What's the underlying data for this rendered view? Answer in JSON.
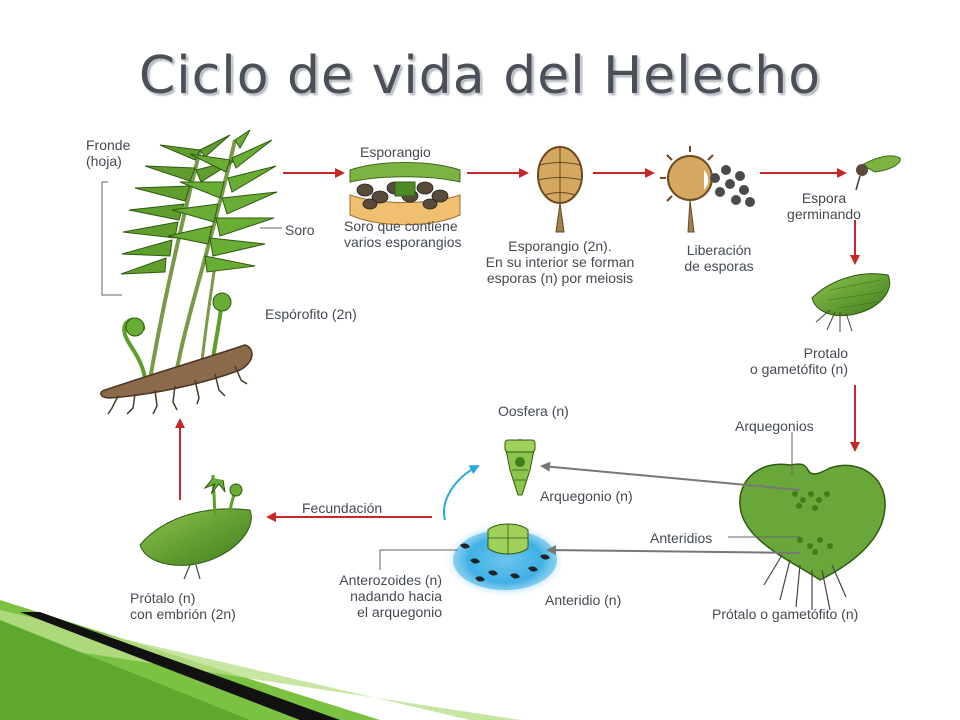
{
  "title": "Ciclo de vida del Helecho",
  "colors": {
    "arrow_red": "#c62828",
    "arrow_gray": "#777777",
    "arrow_blue": "#29a8e0",
    "plant_green": "#6fa83a",
    "plant_dark": "#2f5a12",
    "corner_green": "#7cc242"
  },
  "labels": {
    "fronde": [
      "Fronde",
      "(hoja)"
    ],
    "soro": "Soro",
    "esporofito": "Espórofito (2n)",
    "esporangio_top": "Esporangio",
    "soro_contiene": [
      "Soro que contiene",
      "varios esporangios"
    ],
    "esporangio_2n": [
      "Esporangio (2n).",
      "En su interior se forman",
      "esporas (n) por meiosis"
    ],
    "liberacion": [
      "Liberación",
      "de esporas"
    ],
    "espora": [
      "Espora",
      "germinando"
    ],
    "protalo_gametofito": [
      "Protalo",
      "o gametófito (n)"
    ],
    "arquegonios": "Arquegonios",
    "anteridios": "Anteridios",
    "protalo_gametofito_bottom": "Prótalo o gametófito (n)",
    "oosfera": "Oosfera (n)",
    "arquegonio_n": "Arquegonio (n)",
    "anteridio_n": "Anteridio (n)",
    "anterozoides": [
      "Anterozoides (n)",
      "nadando hacia",
      "el arquegonio"
    ],
    "fecundacion": "Fecundación",
    "protalo_embrion": [
      "Prótalo (n)",
      "con embrión (2n)"
    ]
  }
}
